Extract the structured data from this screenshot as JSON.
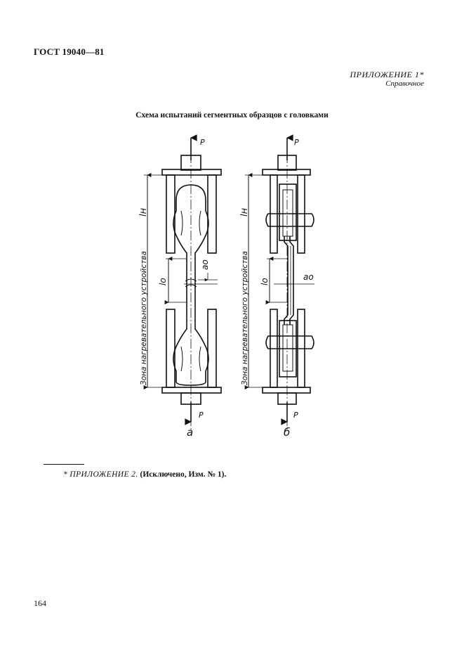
{
  "header": {
    "doc_code": "ГОСТ 19040—81"
  },
  "appendix": {
    "title": "ПРИЛОЖЕНИЕ 1*",
    "subtitle": "Справочное"
  },
  "figure": {
    "caption": "Схема испытаний сегментных образцов с головками",
    "left": {
      "zone_label": "Зона нагревательного устройства",
      "zone_symbol": "lн",
      "gauge_length": "lо",
      "thickness": "aо",
      "load_top": "P",
      "load_bottom": "P",
      "variant": "а"
    },
    "right": {
      "zone_label": "Зона нагревательного устройства",
      "zone_symbol": "lн",
      "gauge_length": "lо",
      "thickness": "aо",
      "load_top": "P",
      "load_bottom": "P",
      "variant": "б"
    }
  },
  "footnote": {
    "marker_text": "* ПРИЛОЖЕНИЕ 2.",
    "body_text": "(Исключено, Изм. № 1)."
  },
  "page": {
    "number": "164"
  }
}
